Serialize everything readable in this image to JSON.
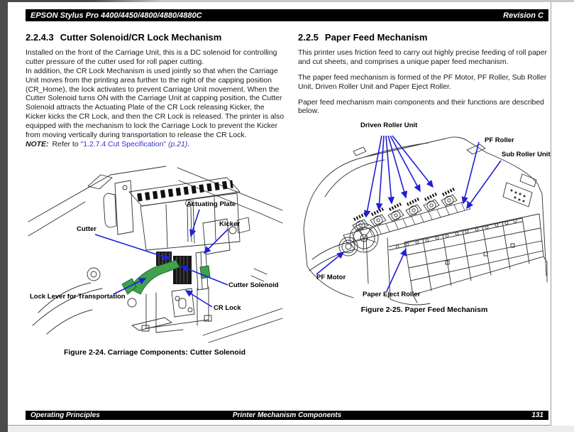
{
  "header": {
    "title": "EPSON Stylus Pro 4400/4450/4800/4880/4880C",
    "revision": "Revision C"
  },
  "footer": {
    "left": "Operating Principles",
    "center": "Printer Mechanism Components",
    "page_number": "131"
  },
  "left_column": {
    "heading_number": "2.2.4.3",
    "heading_text": "Cutter Solenoid/CR Lock Mechanism",
    "para1": "Installed on the front of the Carriage Unit, this is a DC solenoid for controlling cutter pressure of the cutter used for roll paper cutting.",
    "para2": "In addition, the CR Lock Mechanism is used jointly so that when the Carriage Unit moves from the printing area further to the right of the capping position (CR_Home), the lock activates to prevent Carriage Unit movement. When the Cutter Solenoid turns ON with the Carriage Unit at capping position, the Cutter Solenoid attracts the Actuating Plate of the CR Lock releasing Kicker, the Kicker kicks the CR Lock, and then the CR Lock is released. The printer is also equipped with the mechanism to lock the Carriage Lock to prevent the Kicker from moving vertically during transportation to release the CR Lock.",
    "note": {
      "label": "NOTE:",
      "prefix": "Refer to",
      "link": "\"1.2.7.4 Cut Specification\"",
      "page_ref": "(p.21)",
      "suffix": "."
    },
    "figure": {
      "caption": "Figure 2-24. Carriage Components: Cutter Solenoid",
      "labels": {
        "actuating_plate": "Actuating Plate",
        "kicker": "Kicker",
        "cutter": "Cutter",
        "cutter_solenoid": "Cutter Solenoid",
        "cr_lock": "CR Lock",
        "lock_lever": "Lock Lever for Transportation"
      }
    }
  },
  "right_column": {
    "heading_number": "2.2.5",
    "heading_text": "Paper Feed Mechanism",
    "para1": "This printer uses friction feed to carry out highly precise feeding of roll paper and cut sheets, and comprises a unique paper feed mechanism.",
    "para2": "The paper feed mechanism is formed of the PF Motor, PF Roller, Sub Roller Unit, Driven Roller Unit and Paper Eject Roller.",
    "para3": "Paper feed mechanism main components and their functions are described below.",
    "figure": {
      "caption": "Figure 2-25. Paper Feed Mechanism",
      "labels": {
        "driven_roller_unit": "Driven Roller Unit",
        "pf_roller": "PF Roller",
        "sub_roller_unit": "Sub Roller Unit",
        "pf_motor": "PF Motor",
        "paper_eject_roller": "Paper Eject Roller"
      }
    }
  },
  "colors": {
    "link_blue": "#3333cc",
    "arrow_blue": "#1f1fd8",
    "highlight_green": "#3fa24e",
    "bar_black": "#000000"
  }
}
